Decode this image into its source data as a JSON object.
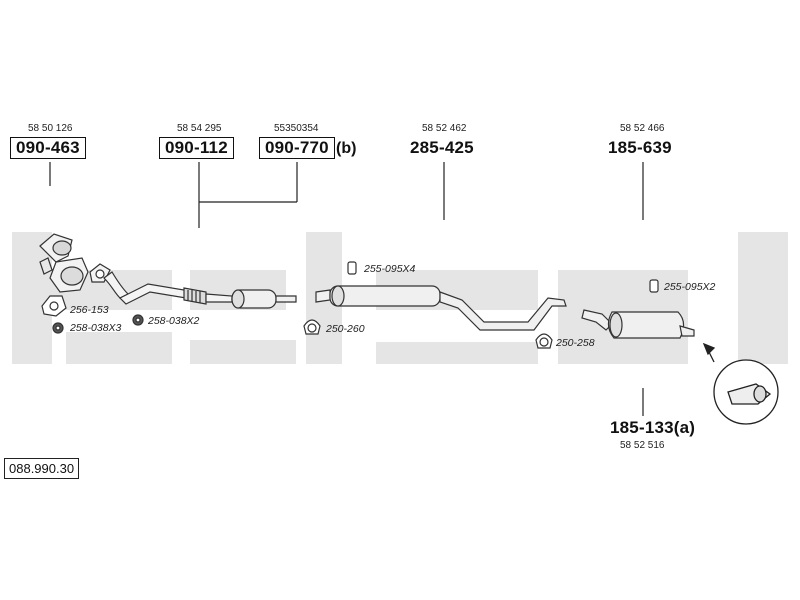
{
  "document_id": "088.990.30",
  "parts": [
    {
      "id": "p1",
      "number": "090-463",
      "oe": "58 50 126",
      "boxed": true
    },
    {
      "id": "p2",
      "number": "090-112",
      "oe": "58 54 295",
      "boxed": true
    },
    {
      "id": "p3",
      "number": "090-770",
      "oe": "55350354",
      "boxed": true,
      "suffix": "(b)"
    },
    {
      "id": "p4",
      "number": "285-425",
      "oe": "58 52 462",
      "boxed": false
    },
    {
      "id": "p5",
      "number": "185-639",
      "oe": "58 52 466",
      "boxed": false
    },
    {
      "id": "p6",
      "number": "185-133(a)",
      "oe": "58 52 516",
      "boxed": false
    }
  ],
  "accessories": [
    {
      "id": "a1",
      "label": "256-153"
    },
    {
      "id": "a2",
      "label": "258-038X3"
    },
    {
      "id": "a3",
      "label": "258-038X2"
    },
    {
      "id": "a4",
      "label": "250-260"
    },
    {
      "id": "a5",
      "label": "255-095X4"
    },
    {
      "id": "a6",
      "label": "250-258"
    },
    {
      "id": "a7",
      "label": "255-095X2"
    }
  ]
}
